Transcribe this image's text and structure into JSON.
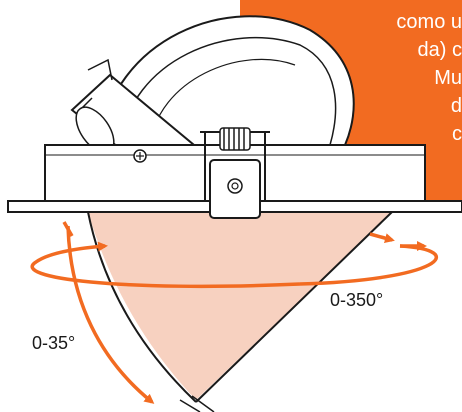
{
  "panel": {
    "color": "#f26b21",
    "text_lines": [
      "como u",
      "da) c",
      "Mu",
      "d",
      "c"
    ]
  },
  "labels": {
    "rotation": "0-350°",
    "tilt": "0-35°"
  },
  "colors": {
    "arrow": "#f26b21",
    "beam": "#f7d1c0",
    "outline": "#1a1a1a"
  }
}
